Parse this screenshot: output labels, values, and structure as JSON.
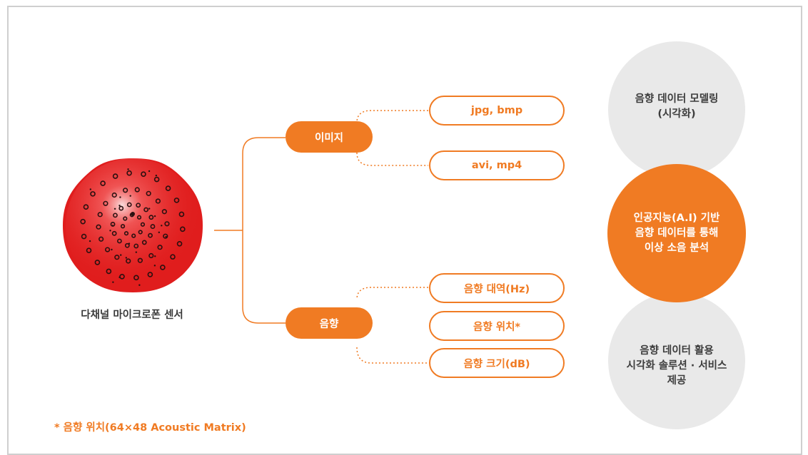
{
  "colors": {
    "accent": "#f07b23",
    "gray_circle": "#e9e9e9",
    "sensor_red": "#e01d1d"
  },
  "sensor": {
    "label": "다채널 마이크로폰 센서",
    "icon": "microphone-array-board"
  },
  "categories": {
    "image": {
      "label": "이미지",
      "formats": [
        "jpg, bmp",
        "avi, mp4"
      ]
    },
    "sound": {
      "label": "음향",
      "items": [
        "음향 대역(Hz)",
        "음향 위치*",
        "음향 크기(dB)"
      ]
    }
  },
  "circles": {
    "top": "음향 데이터 모델링\n(시각화)",
    "middle": "인공지능(A.I) 기반\n음향 데이터를 통해\n이상 소음 분석",
    "bottom": "음향 데이터 활용\n시각화 솔루션 · 서비스\n제공"
  },
  "footnote": "* 음향 위치(64×48 Acoustic Matrix)"
}
